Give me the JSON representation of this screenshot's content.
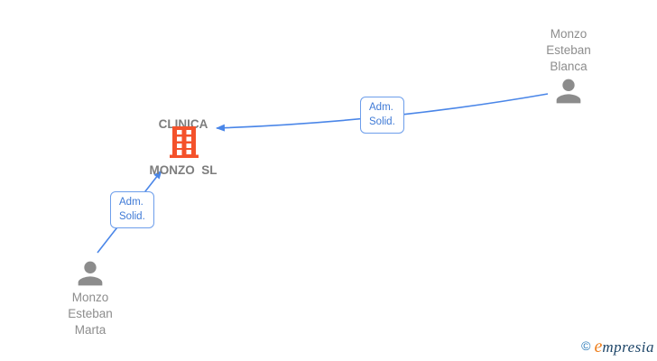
{
  "colors": {
    "edge": "#4a86e8",
    "box-border": "#6d9eeb",
    "box-text": "#3f7ad6",
    "company-orange": "#f4522b",
    "company-text": "#7d7d7d",
    "person-text": "#8d8d8d",
    "person-gray": "#8c8c8c",
    "logo-blue": "#2b7bb9",
    "logo-orange": "#ee7f1d",
    "logo-navy": "#1d4568"
  },
  "company": {
    "name_line1": "CLINICA",
    "name_line2": "MONZO  SL"
  },
  "persons": {
    "blanca": {
      "line1": "Monzo",
      "line2": "Esteban",
      "line3": "Blanca"
    },
    "marta": {
      "line1": "Monzo",
      "line2": "Esteban",
      "line3": "Marta"
    }
  },
  "edges": {
    "blanca_to_company": {
      "label_line1": "Adm.",
      "label_line2": "Solid."
    },
    "marta_to_company": {
      "label_line1": "Adm.",
      "label_line2": "Solid."
    }
  },
  "watermark": {
    "symbol": "©",
    "brand_initial": "e",
    "brand_rest": "mpresia"
  }
}
